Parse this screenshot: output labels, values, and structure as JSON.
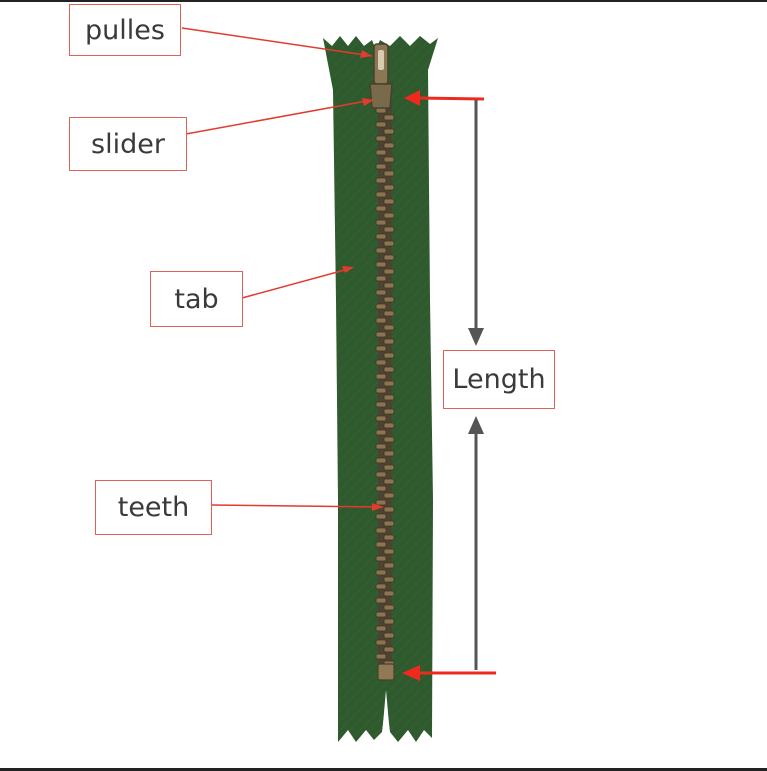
{
  "labels": {
    "pulles": "pulles",
    "slider": "slider",
    "tab": "tab",
    "teeth": "teeth",
    "length": "Length"
  },
  "colors": {
    "tape": "#2e5a2e",
    "tape_dark": "#224722",
    "teeth": "#6b5a3e",
    "callout_line": "#e33b2e",
    "arrow_red": "#ee2a1f",
    "dimension_arrow": "#555555",
    "label_border": "#e0605a",
    "label_text": "#3a3a3a"
  }
}
